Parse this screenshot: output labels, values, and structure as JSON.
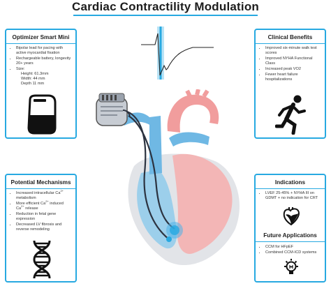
{
  "title": "Cardiac Contractility Modulation",
  "panels": {
    "optimizer": {
      "heading": "Optimizer Smart Mini",
      "bullets": [
        "Bipolar lead for pacing with active myocardial fixation",
        "Rechargeable battery, longevity 20+ years",
        "Size:"
      ],
      "size_details": [
        "Height: 61.3mm",
        "Width: 44 mm",
        "Depth 11 mm"
      ],
      "icon": "battery-device-icon"
    },
    "clinical": {
      "heading": "Clinical Benefits",
      "bullets": [
        "Improved six-minute walk test scores",
        "Improved NYHA Functional Class",
        "Increased peak VO2",
        "Fewer heart failure hospitalizations"
      ],
      "icon": "running-person-icon"
    },
    "mechanisms": {
      "heading": "Potential Mechanisms",
      "bullets": [
        [
          "Increased intracellular Ca",
          "2+",
          " metabolism"
        ],
        [
          "More efficient Ca",
          "2+",
          " induced Ca",
          "2+",
          " release"
        ],
        [
          "Reduction in fetal gene expression"
        ],
        [
          "Decreased LV fibrosis and reverse remodeling"
        ]
      ],
      "icon": "dna-helix-icon"
    },
    "indications": {
      "heading": "Indications",
      "bullets": [
        "LVEF 25-45% + NYHA III on GDMT + no indication for CRT"
      ],
      "icon": "heart-icon"
    },
    "future": {
      "heading": "Future Applications",
      "bullets": [
        "CCM for HFpEF",
        "Combined CCM-ICD systems"
      ],
      "icon": "lightbulb-icon"
    }
  },
  "colors": {
    "accent": "#27a9e1",
    "heart_red": "#f1a7a7",
    "heart_blue": "#7fc4e8",
    "lead_dark": "#2c3340"
  }
}
